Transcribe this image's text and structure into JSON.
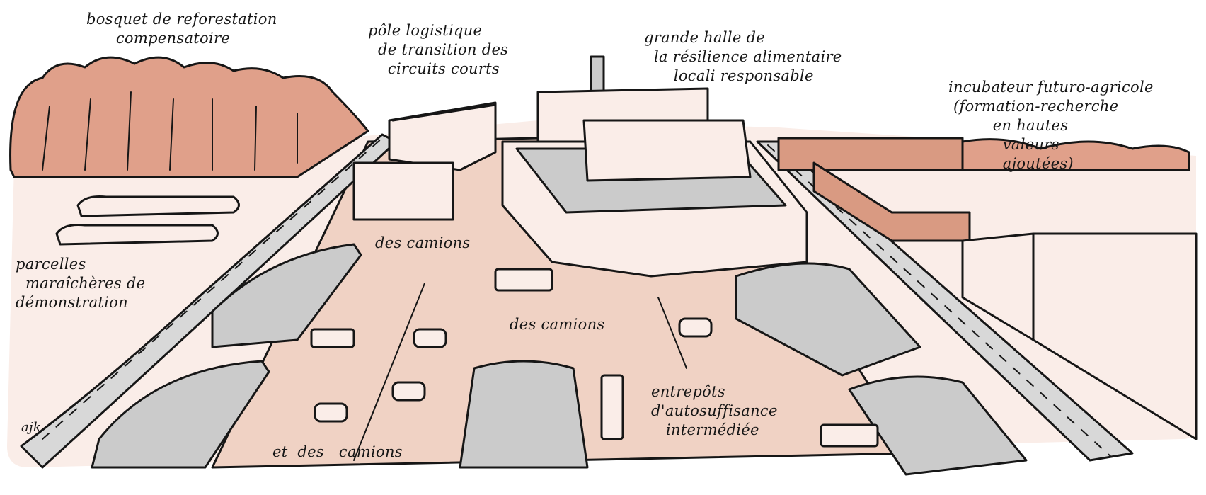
{
  "labels": {
    "forest": "bosquet de reforestation\n      compensatoire",
    "logistics": "pôle logistique\n  de transition des\n    circuits courts",
    "hall": "grande halle de\n  la résilience alimentaire\n      locali responsable",
    "incubator": "incubateur futuro-agricole\n (formation-recherche\n         en hautes\n           valeurs\n           ajoutées)",
    "plots": "parcelles\n  maraîchères de\ndémonstration",
    "trucks_1": "des camions",
    "trucks_2": "des camions",
    "trucks_3": "et  des   camions",
    "warehouses": "entrepôts\nd'autosuffisance\n   intermédiée"
  },
  "signature": "ajk",
  "colors": {
    "background": "#faede8",
    "ground": "#f0d2c4",
    "trees": "#e0a08a",
    "roof_grey": "#cbcbcb",
    "roof_tile": "#d99a82",
    "ink": "#161616"
  }
}
